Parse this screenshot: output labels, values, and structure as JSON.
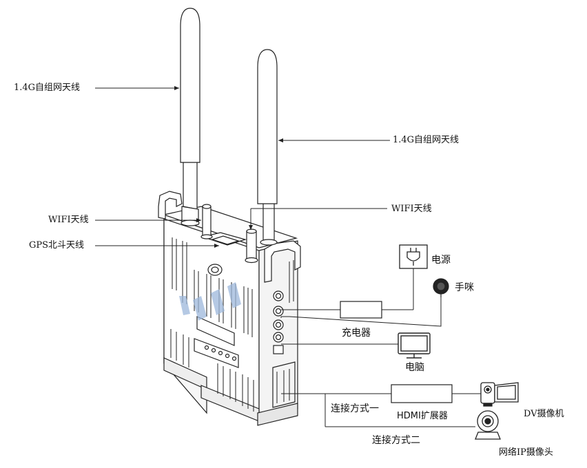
{
  "labels": {
    "antenna_mesh_left": "1.4G自组网天线",
    "antenna_mesh_right": "1.4G自组网天线",
    "wifi_antenna_left": "WIFI天线",
    "wifi_antenna_right": "WIFI天线",
    "gps_antenna": "GPS北斗天线",
    "power": "电源",
    "microphone": "手咪",
    "charger": "充电器",
    "computer": "电脑",
    "hdmi_extender": "HDMI扩展器",
    "dv_camera": "DV摄像机",
    "ip_camera": "网络IP摄像头",
    "connection_method_1": "连接方式一",
    "connection_method_2": "连接方式二"
  },
  "colors": {
    "line": "#222222",
    "device_fill": "#ffffff",
    "watermark": "#9db8dc"
  },
  "icons": [
    "power-plug-icon",
    "microphone-icon",
    "monitor-icon",
    "dv-camera-icon",
    "ip-camera-icon"
  ]
}
